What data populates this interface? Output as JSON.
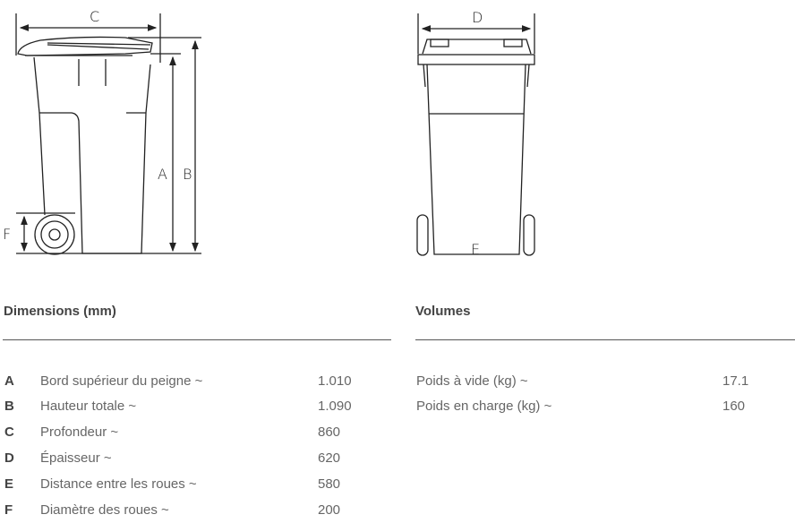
{
  "diagram_labels": {
    "a": "A",
    "b": "B",
    "c": "C",
    "d": "D",
    "e": "E",
    "f": "F"
  },
  "dimensions": {
    "title": "Dimensions (mm)",
    "rows": [
      {
        "key": "A",
        "label": "Bord supérieur du peigne ~",
        "value": "1.010"
      },
      {
        "key": "B",
        "label": "Hauteur totale ~",
        "value": "1.090"
      },
      {
        "key": "C",
        "label": "Profondeur ~",
        "value": "860"
      },
      {
        "key": "D",
        "label": "Épaisseur ~",
        "value": "620"
      },
      {
        "key": "E",
        "label": "Distance entre les roues ~",
        "value": "580"
      },
      {
        "key": "F",
        "label": "Diamètre des roues ~",
        "value": "200"
      }
    ]
  },
  "volumes": {
    "title": "Volumes",
    "rows": [
      {
        "label": "Poids à vide (kg) ~",
        "value": "17.1"
      },
      {
        "label": "Poids en charge (kg) ~",
        "value": "160"
      }
    ]
  }
}
